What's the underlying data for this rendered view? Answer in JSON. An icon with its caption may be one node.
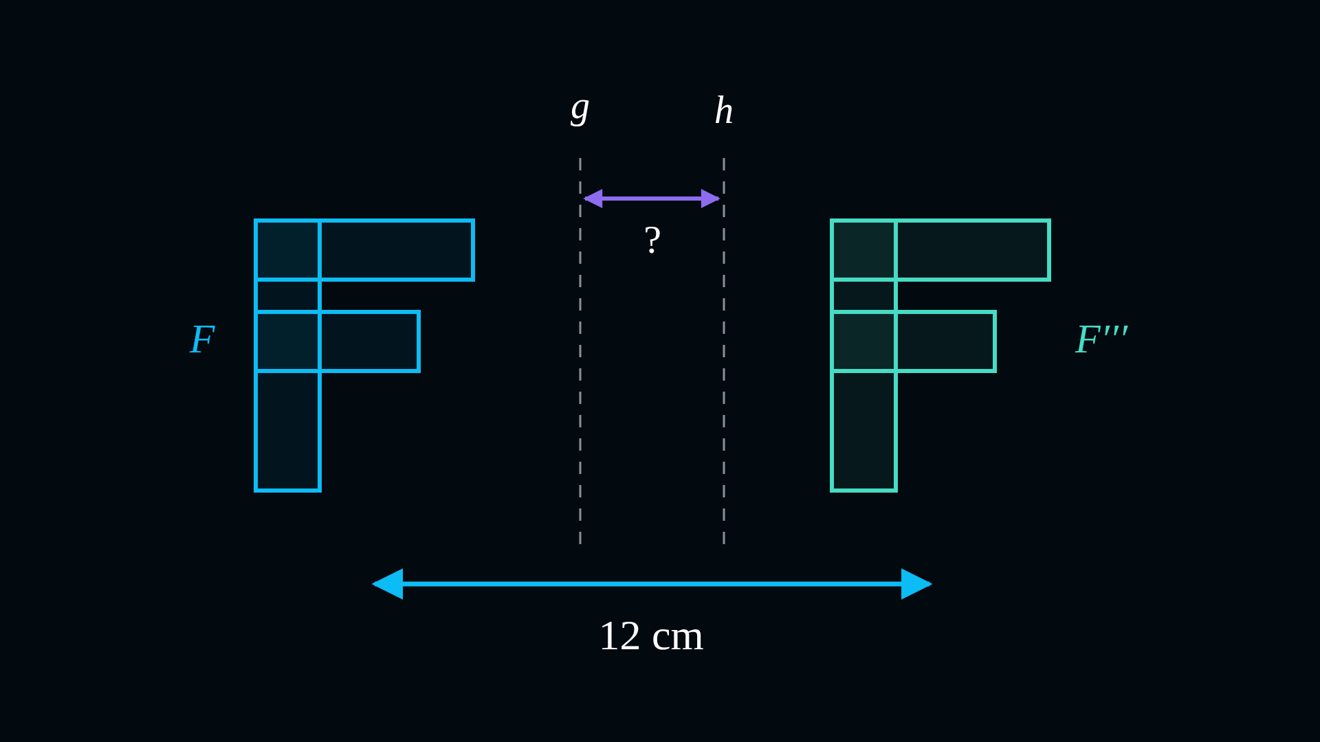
{
  "diagram": {
    "labels": [
      "g",
      "h",
      "?",
      "F",
      "F′′′",
      "12 cm"
    ]
  }
}
